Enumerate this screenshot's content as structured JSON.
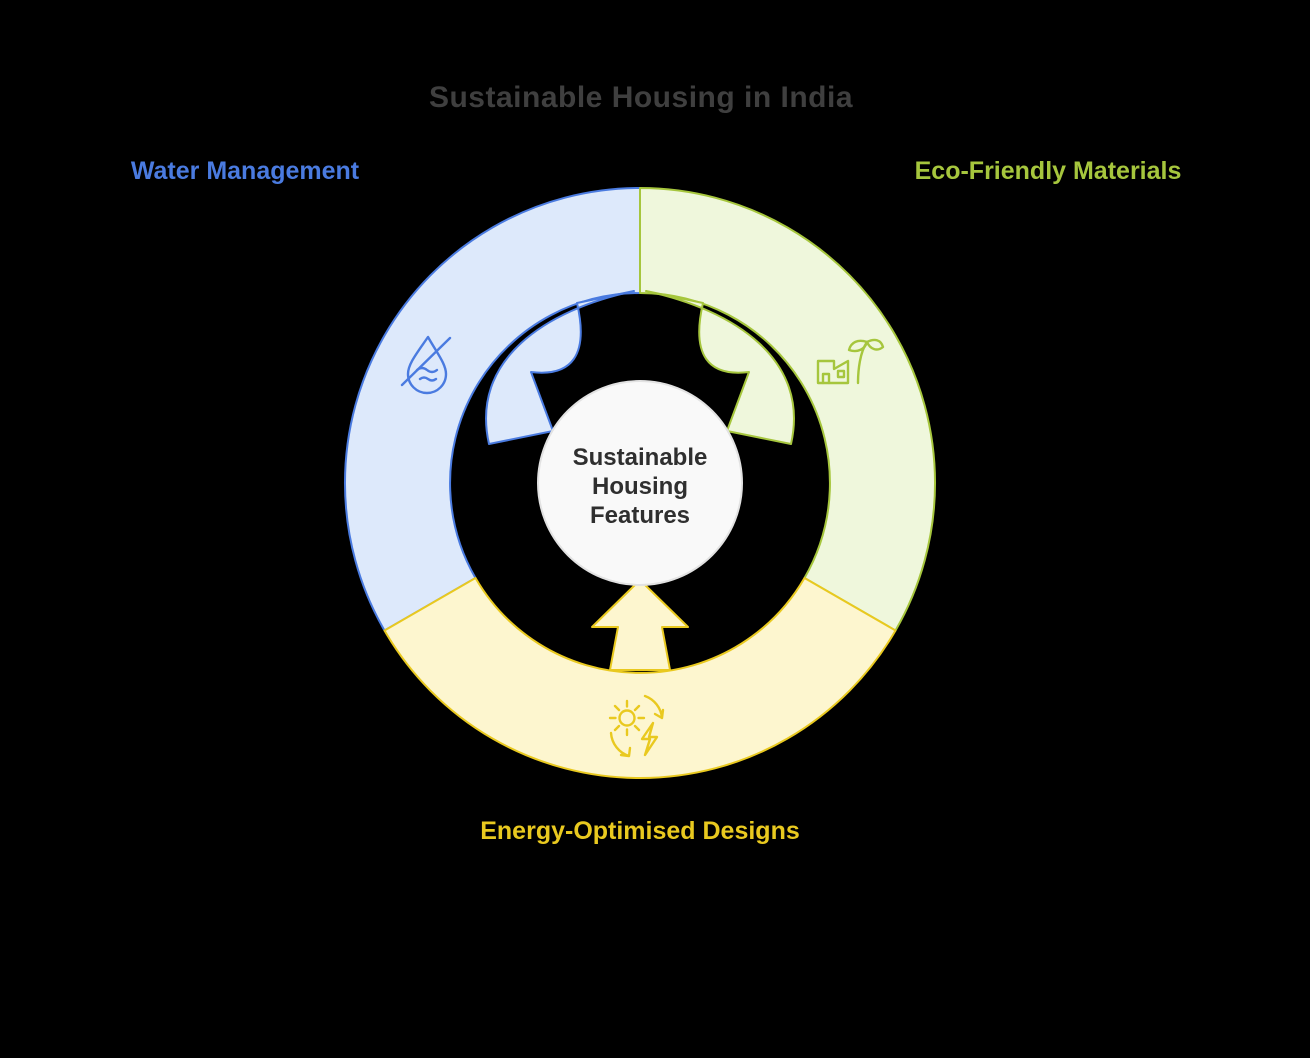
{
  "title": "Sustainable Housing in India",
  "colors": {
    "background": "#000000",
    "title": "#3f3f3f",
    "center_circle_fill": "#f9f9f9",
    "center_circle_stroke": "#e2e2e2",
    "center_text": "#2f2f2f"
  },
  "center": {
    "lines": [
      "Sustainable",
      "Housing",
      "Features"
    ]
  },
  "segments": [
    {
      "id": "water-management",
      "label": "Water Management",
      "color": "#4a7be0",
      "fill": "#dde9fb",
      "icon": "water-drop-slash-icon"
    },
    {
      "id": "eco-friendly-materials",
      "label": "Eco-Friendly Materials",
      "color": "#a6c63d",
      "fill": "#eff7dc",
      "icon": "eco-building-sprout-icon"
    },
    {
      "id": "energy-optimised-designs",
      "label": "Energy-Optimised Designs",
      "color": "#e9c91f",
      "fill": "#fdf6cf",
      "icon": "sun-energy-cycle-icon"
    }
  ]
}
